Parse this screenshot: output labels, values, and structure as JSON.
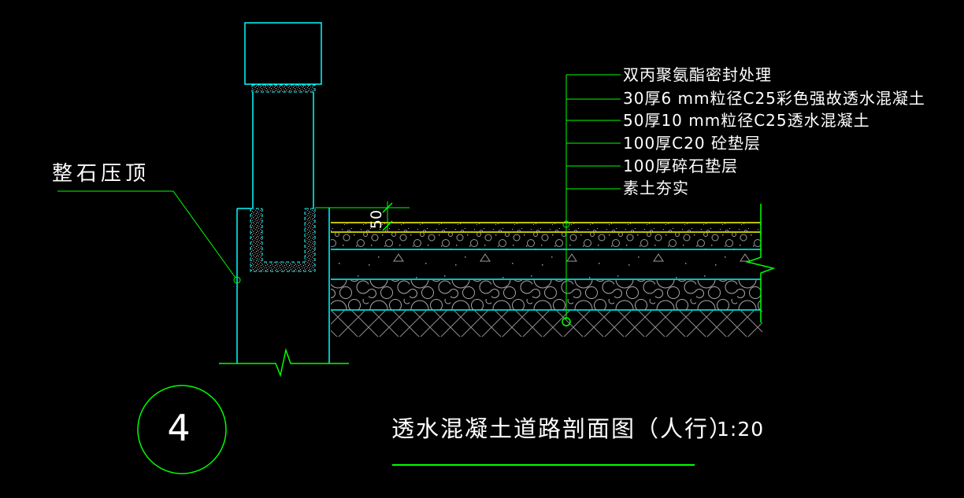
{
  "drawing": {
    "type": "cad-section-detail",
    "background": "#000000"
  },
  "colors": {
    "line_cyan": "#00ffff",
    "line_green": "#00ff00",
    "line_yellow": "#ffff00",
    "text_white": "#ffffff",
    "hatch_gray": "#999999"
  },
  "callouts": {
    "items": [
      "双丙聚氨酯密封处理",
      "30厚6 mm粒径C25彩色强故透水混凝土",
      "50厚10 mm粒径C25透水混凝土",
      "100厚C20 砼垫层",
      "100厚碎石垫层",
      "素土夯实"
    ]
  },
  "left_callout": {
    "label": "整石压顶"
  },
  "dimension": {
    "value": "50"
  },
  "title_block": {
    "title": "透水混凝土道路剖面图（人行）",
    "scale": "1:20",
    "detail_number": "4"
  }
}
